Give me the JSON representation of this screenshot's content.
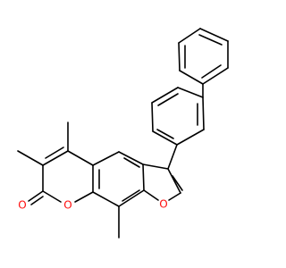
{
  "molecule": {
    "atoms": {
      "ketone_oxygen": "O",
      "pyranone_ring_oxygen": "O",
      "furan_ring_oxygen": "O"
    },
    "colors": {
      "bond": "#000000",
      "oxygen": "#ff0d0d",
      "background": "#ffffff"
    }
  }
}
